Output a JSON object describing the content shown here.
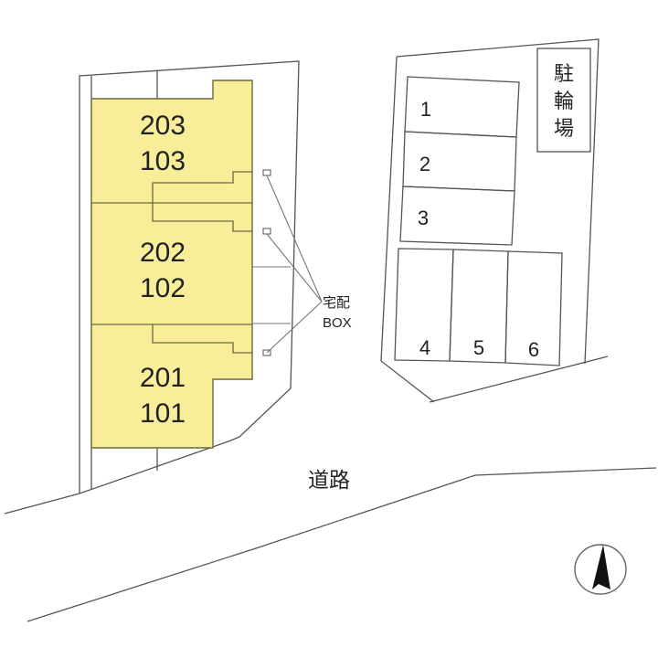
{
  "diagram": {
    "type": "site-plan",
    "building": {
      "fill_color": "#f8ee9a",
      "units": [
        {
          "upper": "203",
          "lower": "103"
        },
        {
          "upper": "202",
          "lower": "102"
        },
        {
          "upper": "201",
          "lower": "101"
        }
      ]
    },
    "delivery_box": {
      "label_line1": "宅配",
      "label_line2": "BOX",
      "count": 3
    },
    "parking": {
      "slots": [
        "1",
        "2",
        "3",
        "4",
        "5",
        "6"
      ]
    },
    "bicycle_parking": {
      "label_chars": [
        "駐",
        "輪",
        "場"
      ]
    },
    "road": {
      "label": "道路"
    },
    "compass": {
      "direction": "north-up"
    }
  }
}
